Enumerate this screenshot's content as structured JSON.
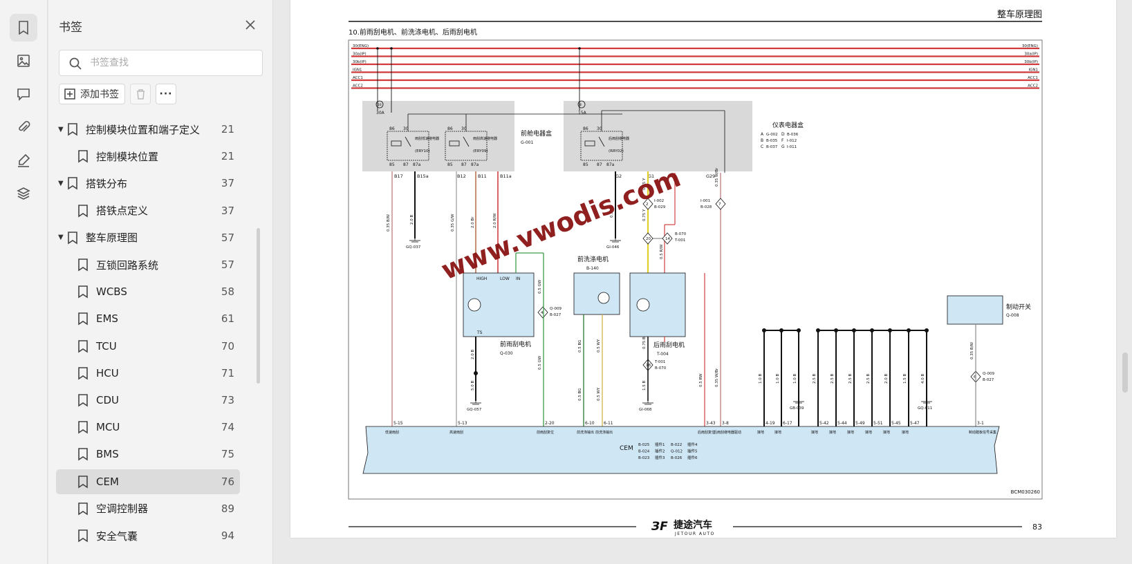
{
  "rail": {
    "items": [
      {
        "name": "bookmark-rail-button",
        "icon": "bookmark-icon",
        "active": true
      },
      {
        "name": "thumbnail-rail-button",
        "icon": "image-icon",
        "active": false
      },
      {
        "name": "comment-rail-button",
        "icon": "comment-icon",
        "active": false
      },
      {
        "name": "attachment-rail-button",
        "icon": "paperclip-icon",
        "active": false
      },
      {
        "name": "signature-rail-button",
        "icon": "pen-icon",
        "active": false
      },
      {
        "name": "layers-rail-button",
        "icon": "layers-icon",
        "active": false
      }
    ]
  },
  "panel": {
    "title": "书签",
    "search_placeholder": "书签查找",
    "add_label": "添加书签",
    "more_label": "···"
  },
  "bookmarks": [
    {
      "label": "控制模块位置和端子定义",
      "page": "21",
      "level": 0,
      "expanded": true
    },
    {
      "label": "控制模块位置",
      "page": "21",
      "level": 1
    },
    {
      "label": "搭铁分布",
      "page": "37",
      "level": 0,
      "expanded": true
    },
    {
      "label": "搭铁点定义",
      "page": "37",
      "level": 1
    },
    {
      "label": "整车原理图",
      "page": "57",
      "level": 0,
      "expanded": true
    },
    {
      "label": "互锁回路系统",
      "page": "57",
      "level": 1
    },
    {
      "label": "WCBS",
      "page": "58",
      "level": 1
    },
    {
      "label": "EMS",
      "page": "61",
      "level": 1
    },
    {
      "label": "TCU",
      "page": "70",
      "level": 1
    },
    {
      "label": "HCU",
      "page": "71",
      "level": 1
    },
    {
      "label": "CDU",
      "page": "73",
      "level": 1
    },
    {
      "label": "MCU",
      "page": "74",
      "level": 1
    },
    {
      "label": "BMS",
      "page": "75",
      "level": 1
    },
    {
      "label": "CEM",
      "page": "76",
      "level": 1,
      "selected": true
    },
    {
      "label": "空调控制器",
      "page": "89",
      "level": 1
    },
    {
      "label": "安全气囊",
      "page": "94",
      "level": 1
    }
  ],
  "page": {
    "header_title": "整车原理图",
    "section_title": "10.前雨刮电机、前洗涤电机、后雨刮电机",
    "watermark": "www.vwodis.com",
    "diagram_code": "BCM030260",
    "page_number": "83",
    "logo_text": "捷途汽车",
    "logo_sub": "JETOUR AUTO"
  },
  "diagram": {
    "power_rails": [
      "30(ENG)",
      "30a(IP)",
      "30b(IP)",
      "IGN1",
      "ACC1",
      "ACC2"
    ],
    "fuse_left": {
      "id": "16",
      "rating": "30A"
    },
    "fuse_right": {
      "id": "8",
      "rating": "15A"
    },
    "relay1": {
      "name": "雨刮低速继电器",
      "code": "(ERY10)"
    },
    "relay2": {
      "name": "雨刮高速继电器",
      "code": "(ERY09)"
    },
    "relay3": {
      "name": "后雨刮继电器",
      "code": "(RRY02)"
    },
    "relay_pins": [
      "86",
      "30",
      "85",
      "87",
      "87a"
    ],
    "front_box": {
      "name": "前舱电器盒",
      "code": "G-001"
    },
    "ip_box": {
      "name": "仪表电器盒",
      "rows": [
        {
          "a": "A",
          "c1": "G-002",
          "b": "D",
          "c2": "B-036"
        },
        {
          "a": "B",
          "c1": "B-035",
          "b": "F",
          "c2": "I-012"
        },
        {
          "a": "C",
          "c1": "B-037",
          "b": "G",
          "c2": "I-011"
        }
      ]
    },
    "terminals_left": [
      "B17",
      "B15a",
      "B12",
      "B11",
      "B11a"
    ],
    "terminals_right": [
      "G2",
      "G1",
      "G29"
    ],
    "wires": {
      "w1": "0.35 B/W",
      "w2": "2.0 B",
      "w3": "0.35 G/W",
      "w4": "2.0 Br",
      "w5": "2.0 R/W",
      "w6": "0.5 GW",
      "w7": "0.75 B",
      "w8": "0.75 Y",
      "w9": "0.75 Y",
      "w10": "0.5 R/W",
      "w11": "0.35 W/Br",
      "w12": "2.0 B",
      "w13": "5.0 B",
      "w14": "0.5 BG",
      "w15": "0.5 WY",
      "w16": "0.5 BG",
      "w17": "0.5 WY",
      "w18": "0.75 B",
      "w19": "1.5 B",
      "w20": "0.5 RW",
      "w21": "0.35 W/Br",
      "w22": "0.35 B/W"
    },
    "grounds": [
      "GQ-037",
      "GI-046",
      "GQ-057",
      "GI-068",
      "GB-039",
      "GQ-011"
    ],
    "front_wiper": {
      "name": "前雨刮电机",
      "code": "Q-030",
      "pins": [
        "HIGH",
        "LOW",
        "IN",
        "TS"
      ]
    },
    "washer": {
      "name": "前洗涤电机",
      "code": "B-140"
    },
    "rear_wiper": {
      "name": "后雨刮电机",
      "code": "T-004"
    },
    "brake_switch": {
      "name": "制动开关",
      "code": "Q-008"
    },
    "connectors": [
      {
        "id": "4",
        "c1": "Q-009",
        "c2": "B-027"
      },
      {
        "id": "2",
        "c1": "I-002",
        "c2": "B-029"
      },
      {
        "id": "7",
        "c1": "I-001",
        "c2": "B-028"
      },
      {
        "id": "20",
        "c1": "",
        "c2": ""
      },
      {
        "id": "14",
        "c1": "B-070",
        "c2": "T-001"
      },
      {
        "id": "18",
        "c1": "T-001",
        "c2": "B-070"
      },
      {
        "id": "6",
        "c1": "Q-009",
        "c2": "B-027"
      }
    ],
    "cem": {
      "name": "CEM",
      "pins": [
        "5-15",
        "5-13",
        "2-20",
        "6-10",
        "6-11",
        "3-43",
        "3-8",
        "4-19",
        "6-17",
        "5-42",
        "5-44",
        "5-49",
        "5-51",
        "5-45",
        "5-47",
        "3-1"
      ],
      "pin_labels": [
        "低速雨刮",
        "高速雨刮",
        "前雨刮复位",
        "前洗涤输出",
        "前洗涤输出",
        "后雨刮复位",
        "后雨刮继电器驱动",
        "接地",
        "接地",
        "接地",
        "接地",
        "接地",
        "接地",
        "接地",
        "接地",
        "制动踏板信号采集"
      ],
      "plugs": [
        {
          "code": "B-025",
          "label": "插件1"
        },
        {
          "code": "B-024",
          "label": "插件2"
        },
        {
          "code": "B-023",
          "label": "插件3"
        },
        {
          "code": "B-022",
          "label": "插件4"
        },
        {
          "code": "Q-012",
          "label": "插件5"
        },
        {
          "code": "B-026",
          "label": "插件6"
        }
      ]
    },
    "ground_wires": [
      "1.0 B",
      "1.0 B",
      "1.0 B",
      "2.5 B",
      "2.5 B",
      "2.5 B",
      "2.5 B",
      "2.0 B",
      "1.5 B",
      "4.0 B"
    ]
  }
}
